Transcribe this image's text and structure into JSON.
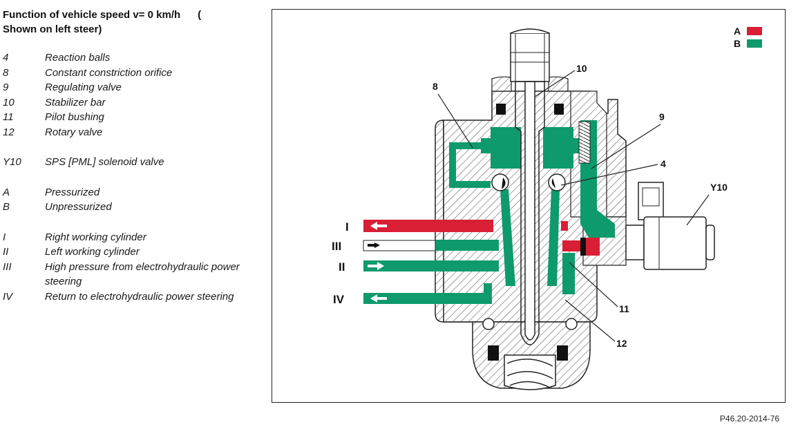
{
  "title": "Function of vehicle speed v= 0 km/h      (\nShown on left steer)",
  "legend": [
    {
      "code": "4",
      "desc": "Reaction balls"
    },
    {
      "code": "8",
      "desc": "Constant constriction orifice"
    },
    {
      "code": "9",
      "desc": "Regulating valve"
    },
    {
      "code": "10",
      "desc": "Stabilizer bar"
    },
    {
      "code": "11",
      "desc": "Pilot bushing"
    },
    {
      "code": "12",
      "desc": "Rotary valve"
    },
    {
      "gap": true
    },
    {
      "code": "Y10",
      "desc": "SPS [PML] solenoid valve"
    },
    {
      "gap": true
    },
    {
      "code": "A",
      "desc": "Pressurized"
    },
    {
      "code": "B",
      "desc": "Unpressurized"
    },
    {
      "gap": true
    },
    {
      "code": "I",
      "desc": "Right working cylinder"
    },
    {
      "code": "II",
      "desc": "Left working cylinder"
    },
    {
      "code": "III",
      "desc": "High pressure from electrohydraulic power steering"
    },
    {
      "code": "IV",
      "desc": "Return to electrohydraulic power steering"
    }
  ],
  "diagram": {
    "key": [
      {
        "letter": "A",
        "color": "#d81f36"
      },
      {
        "letter": "B",
        "color": "#0e9a6d"
      }
    ],
    "callouts": [
      "8",
      "10",
      "9",
      "4",
      "Y10",
      "11",
      "12"
    ],
    "ports": [
      "I",
      "III",
      "II",
      "IV"
    ]
  },
  "colors": {
    "pressurized": "#d81f36",
    "unpressurized": "#0e9a6d",
    "hatch": "#555555"
  },
  "figure_ref": "P46.20-2014-76"
}
